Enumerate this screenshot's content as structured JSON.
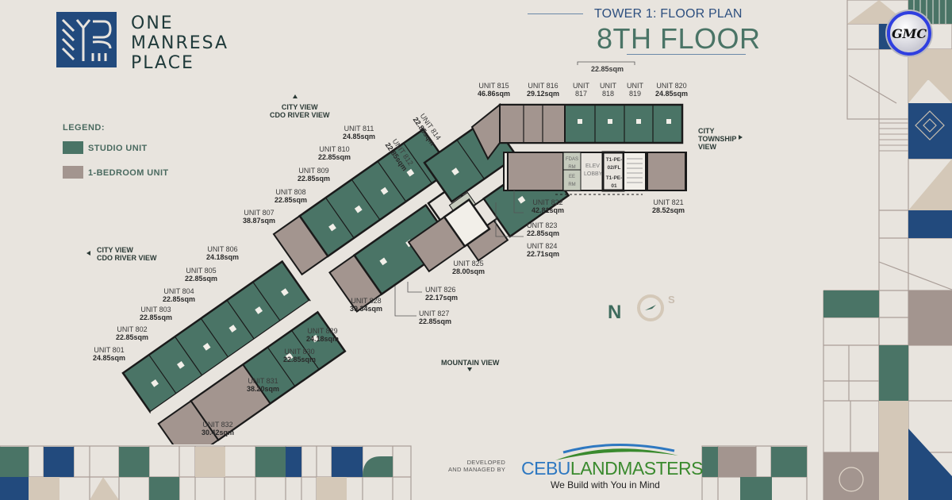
{
  "brand": {
    "logo_lines": [
      "ONE",
      "MANRESA",
      "PLACE"
    ]
  },
  "header": {
    "subtitle": "TOWER 1: FLOOR PLAN",
    "title": "8TH FLOOR"
  },
  "legend": {
    "title": "LEGEND:",
    "items": [
      {
        "label": "STUDIO UNIT",
        "color": "#4a7466"
      },
      {
        "label": "1-BEDROOM UNIT",
        "color": "#a3958f"
      }
    ]
  },
  "views": {
    "top": [
      "CITY VIEW",
      "CDO RIVER VIEW"
    ],
    "left": [
      "CITY VIEW",
      "CDO RIVER VIEW"
    ],
    "right": [
      "CITY",
      "TOWNSHIP",
      "VIEW"
    ],
    "bottom": [
      "MOUNTAIN VIEW"
    ]
  },
  "shared_area_label": "22.85sqm",
  "rooms": {
    "elev_lobby": "ELEV LOBBY",
    "pe_02": "T1-PE-02/FL",
    "pe_01": "T1-PE-01",
    "ee_rm": "EE RM",
    "fdas_rm": "FDAS RM"
  },
  "units": [
    {
      "id": "UNIT 801",
      "area": "24.85sqm",
      "type": "studio"
    },
    {
      "id": "UNIT 802",
      "area": "22.85sqm",
      "type": "studio"
    },
    {
      "id": "UNIT 803",
      "area": "22.85sqm",
      "type": "studio"
    },
    {
      "id": "UNIT 804",
      "area": "22.85sqm",
      "type": "studio"
    },
    {
      "id": "UNIT 805",
      "area": "22.85sqm",
      "type": "studio"
    },
    {
      "id": "UNIT 806",
      "area": "24.18sqm",
      "type": "studio"
    },
    {
      "id": "UNIT 807",
      "area": "38.87sqm",
      "type": "1-bedroom"
    },
    {
      "id": "UNIT 808",
      "area": "22.85sqm",
      "type": "studio"
    },
    {
      "id": "UNIT 809",
      "area": "22.85sqm",
      "type": "studio"
    },
    {
      "id": "UNIT 810",
      "area": "22.85sqm",
      "type": "studio"
    },
    {
      "id": "UNIT 811",
      "area": "24.85sqm",
      "type": "studio"
    },
    {
      "id": "UNIT 812",
      "area": "22.85sqm",
      "type": "studio"
    },
    {
      "id": "UNIT 814",
      "area": "22.85sqm",
      "type": "studio"
    },
    {
      "id": "UNIT 815",
      "area": "46.86sqm",
      "type": "1-bedroom"
    },
    {
      "id": "UNIT 816",
      "area": "29.12sqm",
      "type": "1-bedroom"
    },
    {
      "id": "UNIT 817",
      "area": "",
      "type": "studio"
    },
    {
      "id": "UNIT 818",
      "area": "",
      "type": "studio"
    },
    {
      "id": "UNIT 819",
      "area": "",
      "type": "studio"
    },
    {
      "id": "UNIT 820",
      "area": "24.85sqm",
      "type": "studio"
    },
    {
      "id": "UNIT 821",
      "area": "28.52sqm",
      "type": "1-bedroom"
    },
    {
      "id": "UNIT 822",
      "area": "42.81sqm",
      "type": "1-bedroom"
    },
    {
      "id": "UNIT 823",
      "area": "22.85sqm",
      "type": "studio"
    },
    {
      "id": "UNIT 824",
      "area": "22.71sqm",
      "type": "studio"
    },
    {
      "id": "UNIT 825",
      "area": "28.00sqm",
      "type": "1-bedroom"
    },
    {
      "id": "UNIT 826",
      "area": "22.17sqm",
      "type": "studio"
    },
    {
      "id": "UNIT 827",
      "area": "22.85sqm",
      "type": "studio"
    },
    {
      "id": "UNIT 828",
      "area": "39.34sqm",
      "type": "1-bedroom"
    },
    {
      "id": "UNIT 829",
      "area": "24.18sqm",
      "type": "studio"
    },
    {
      "id": "UNIT 830",
      "area": "22.85sqm",
      "type": "studio"
    },
    {
      "id": "UNIT 831",
      "area": "38.20sqm",
      "type": "1-bedroom"
    },
    {
      "id": "UNIT 832",
      "area": "30.42sqm",
      "type": "1-bedroom"
    }
  ],
  "unit_labels_split": {
    "u817": [
      "UNIT",
      "817"
    ],
    "u818": [
      "UNIT",
      "818"
    ],
    "u819": [
      "UNIT",
      "819"
    ]
  },
  "compass": {
    "north": "N",
    "south": "S"
  },
  "footer": {
    "developer_label": [
      "DEVELOPED",
      "AND MANAGED BY"
    ],
    "developer_name_a": "CEBU",
    "developer_name_b": "LANDMASTERS",
    "tagline": "We Build with You in Mind"
  },
  "badge": {
    "text": "GMC"
  },
  "colors": {
    "background": "#e8e4de",
    "studio": "#4a7466",
    "one_bedroom": "#a3958f",
    "accent_blue": "#224a7d",
    "accent_beige": "#d4c8b8",
    "line": "#aa9e98"
  }
}
